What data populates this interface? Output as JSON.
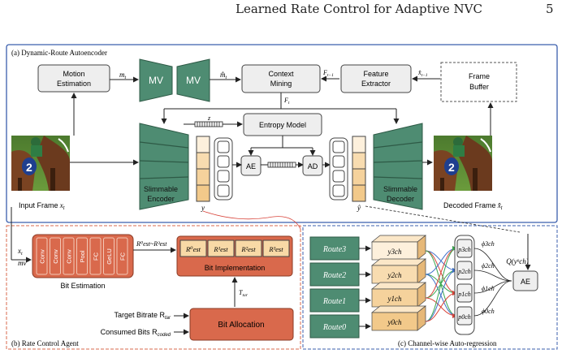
{
  "header": {
    "title": "Learned Rate Control for Adaptive NVC",
    "page": "5"
  },
  "panel_a": {
    "title": "(a) Dynamic-Route Autoencoder",
    "motion_estimation": [
      "Motion",
      "Estimation"
    ],
    "m_t": "m",
    "mv": "MV",
    "m_hat": "m̂",
    "context_mining": [
      "Context",
      "Mining"
    ],
    "f_t_minus_1": "F",
    "feature_extractor": [
      "Feature",
      "Extractor"
    ],
    "x_hat_prev": "x̂",
    "frame_buffer": [
      "Frame",
      "Buffer"
    ],
    "f_t": "F",
    "z": "z",
    "entropy_model": "Entropy Model",
    "ae": "AE",
    "ad": "AD",
    "encoder": [
      "Slimmable",
      "Encoder"
    ],
    "decoder": [
      "Slimmable",
      "Decoder"
    ],
    "y": "y",
    "y_hat": "ŷ",
    "input_frame": "Input Frame",
    "decoded_frame": "Decoded Frame"
  },
  "panel_b": {
    "title": "(b) Rate Control Agent",
    "x_t": "x",
    "mv_in": "mv",
    "estimation_layers": [
      "Conv",
      "Conv",
      "Conv",
      "Pool",
      "FC",
      "GeLU",
      "FC"
    ],
    "bit_estimation": "Bit Estimation",
    "r_range": "R⁰est~R³est",
    "r_estimates": [
      "R⁰est",
      "R¹est",
      "R²est",
      "R³est"
    ],
    "bit_implementation": "Bit Implementation",
    "t_tar": "T",
    "target_bitrate": "Target Bitrate R",
    "consumed_bits": "Consumed Bits R",
    "bit_allocation": "Bit Allocation"
  },
  "panel_c": {
    "title": "(c) Channel-wise Auto-regression",
    "routes": [
      "Route3",
      "Route2",
      "Route1",
      "Route0"
    ],
    "y_ch": [
      "y3ch",
      "y2ch",
      "y1ch",
      "y0ch"
    ],
    "p_ch": [
      "p3ch",
      "p2ch",
      "p1ch",
      "p0ch"
    ],
    "phi_ch": [
      "ϕ3ch",
      "ϕ2ch",
      "ϕ1ch",
      "ϕ0ch"
    ],
    "q_label": "Q(yᵏch)",
    "ae": "AE"
  },
  "colors": {
    "teal": "#4e8c72",
    "orange": "#d9694c",
    "box_gray": "#eeeeee",
    "strip_light": "#fdf0dc",
    "strip_dark": "#f2c98a",
    "route_arrow_green": "#3aa64f",
    "route_arrow_blue": "#3f6fc9",
    "route_arrow_red": "#d8443a"
  }
}
